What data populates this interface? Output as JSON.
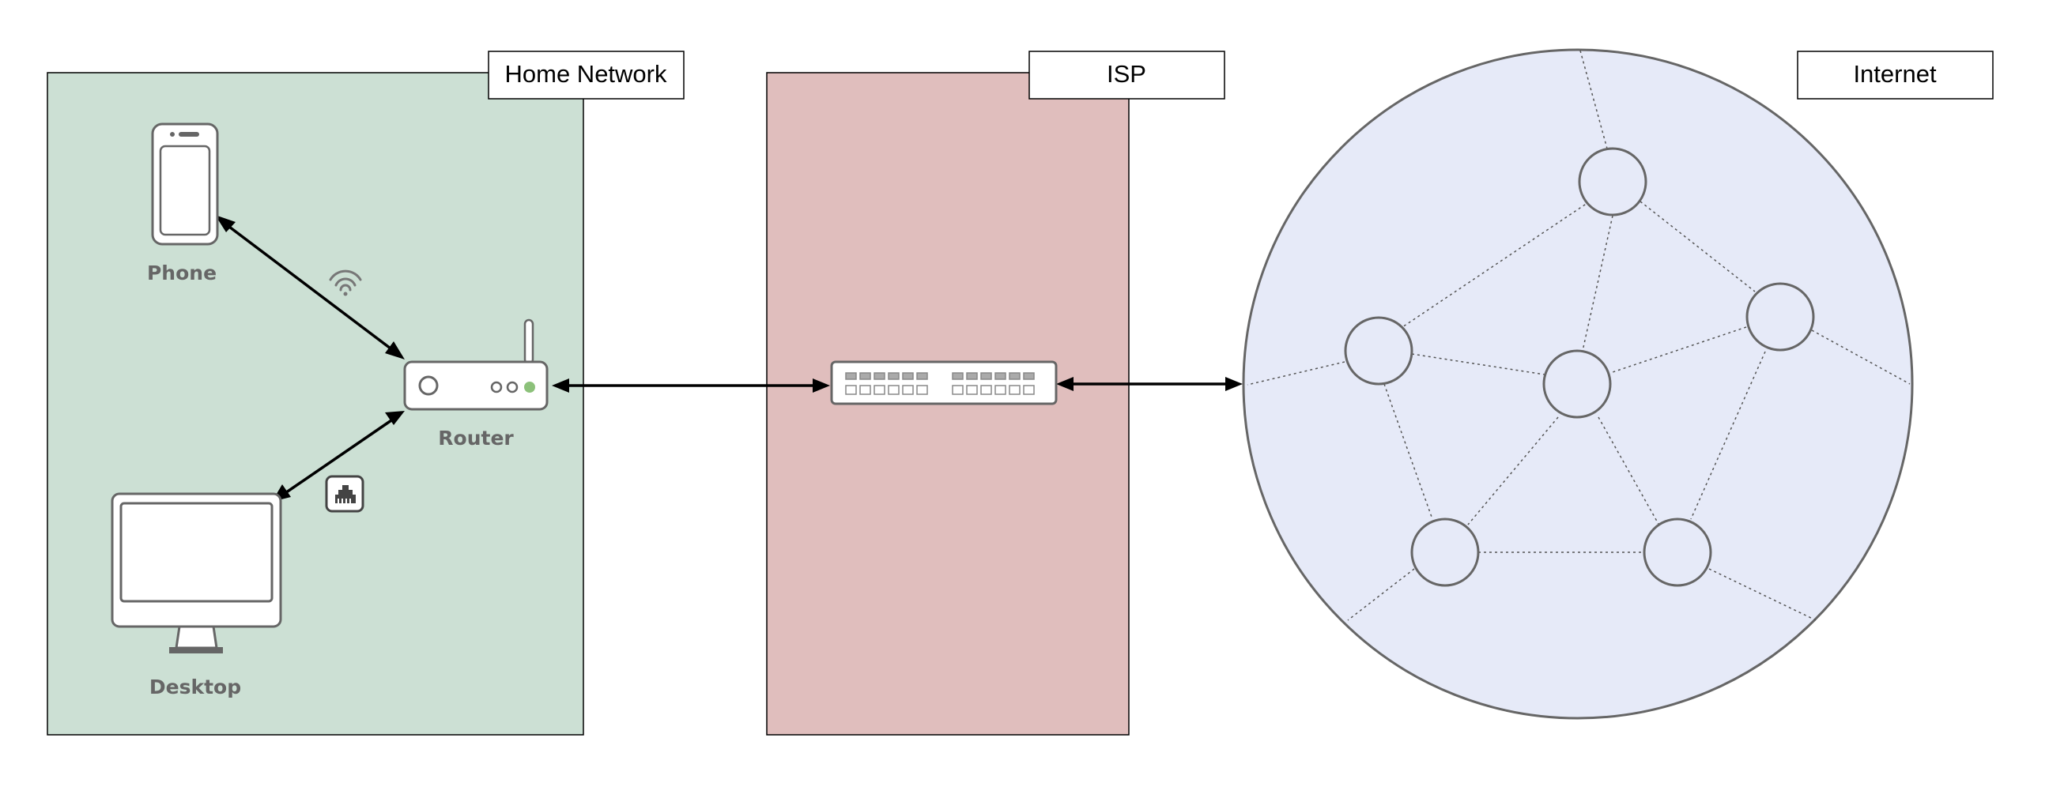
{
  "zones": {
    "home": {
      "label": "Home Network",
      "fill": "#cce0d4"
    },
    "isp": {
      "label": "ISP",
      "fill": "#e0bebd"
    },
    "internet": {
      "label": "Internet",
      "fill": "#e6eaf8"
    }
  },
  "devices": {
    "phone": {
      "label": "Phone",
      "icon": "smartphone-icon"
    },
    "router": {
      "label": "Router",
      "icon": "router-icon",
      "led_color": "#8cc17a"
    },
    "desktop": {
      "label": "Desktop",
      "icon": "desktop-monitor-icon"
    },
    "switch": {
      "icon": "network-switch-icon"
    }
  },
  "link_icons": {
    "wifi": "wifi-icon",
    "ethernet": "ethernet-port-icon"
  },
  "colors": {
    "device_stroke": "#666666",
    "device_fill": "#ffffff",
    "arrow": "#000000"
  }
}
